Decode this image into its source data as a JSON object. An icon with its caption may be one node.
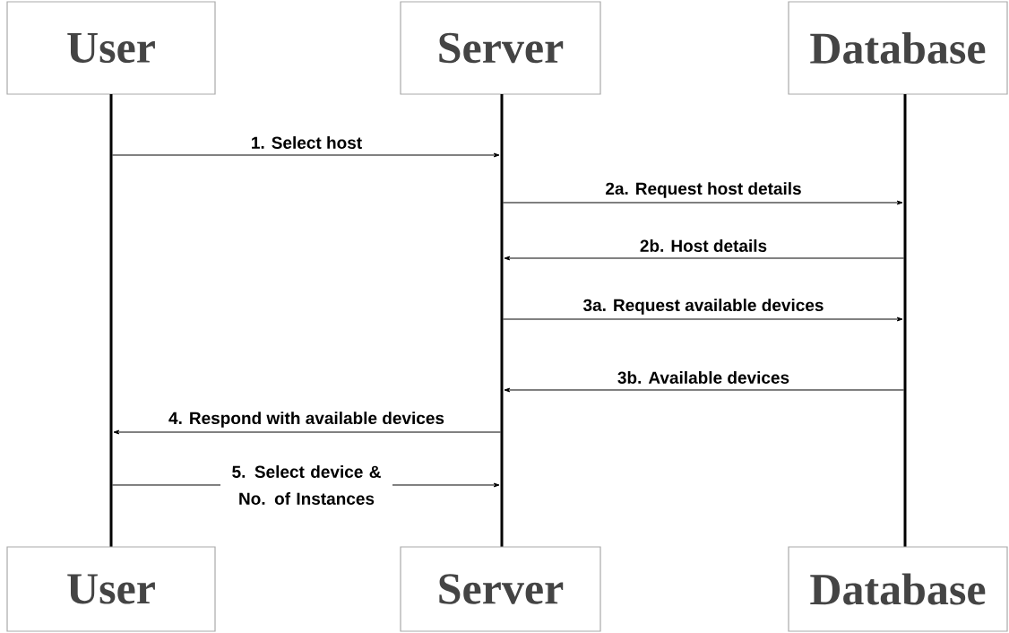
{
  "diagram": {
    "nodes": [
      {
        "text": [
          "User"
        ]
      },
      {
        "text": [
          "Server"
        ]
      },
      {
        "text": [
          "Database"
        ]
      },
      {
        "text": [],
        "shape": "bar"
      },
      {
        "text": [],
        "shape": "bar"
      },
      {
        "text": [],
        "shape": "bar"
      },
      {
        "text": [
          "User"
        ]
      },
      {
        "text": [
          "Server"
        ]
      },
      {
        "text": [
          "Database"
        ]
      }
    ],
    "edges": [
      {
        "from": 3,
        "to": 4,
        "arrow": "to",
        "label": "1. Select host"
      },
      {
        "from": 4,
        "to": 5,
        "arrow": "to",
        "label": "2a. Request host details"
      },
      {
        "from": 5,
        "to": 4,
        "arrow": "to",
        "label": "2b. Host details"
      },
      {
        "from": 4,
        "to": 5,
        "arrow": "to",
        "label": "3a. Request available devices"
      },
      {
        "from": 5,
        "to": 4,
        "arrow": "to",
        "label": "3b. Available devices"
      },
      {
        "from": 4,
        "to": 3,
        "arrow": "to",
        "label": "4. Respond with available devices"
      },
      {
        "from": 3,
        "to": 4,
        "arrow": "to",
        "label": "5. Select device & No. of Instances"
      }
    ]
  }
}
